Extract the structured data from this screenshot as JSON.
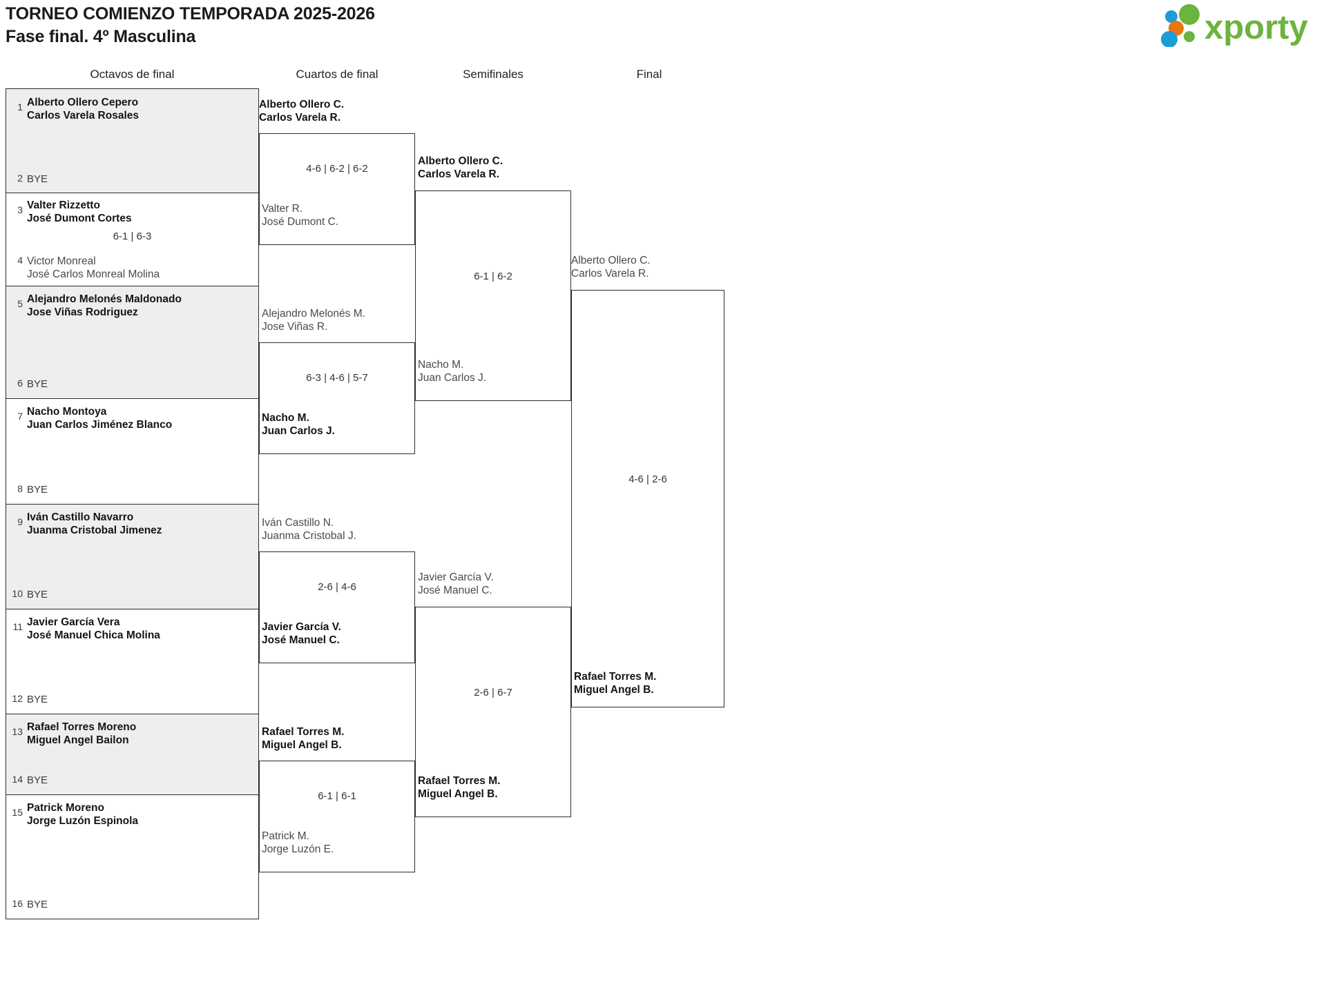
{
  "header": {
    "title_line_1": "TORNEO COMIENZO TEMPORADA 2025-2026",
    "title_line_2": "Fase final. 4º Masculina",
    "logo_text": "xporty",
    "logo_colors": {
      "green": "#6cb33f",
      "orange": "#e8760c",
      "blue": "#1b9dd9"
    }
  },
  "rounds": [
    {
      "label": "Octavos de final"
    },
    {
      "label": "Cuartos de final"
    },
    {
      "label": "Semifinales"
    },
    {
      "label": "Final"
    }
  ],
  "round1": {
    "matches": [
      {
        "shaded": true,
        "score": "",
        "top": {
          "seed": "1",
          "line1": "Alberto Ollero Cepero",
          "line2": "Carlos Varela Rosales",
          "result": "winner"
        },
        "bottom": {
          "seed": "2",
          "line1": "BYE",
          "line2": "",
          "result": "bye"
        }
      },
      {
        "shaded": false,
        "score": "6-1 | 6-3",
        "top": {
          "seed": "3",
          "line1": "Valter Rizzetto",
          "line2": "José Dumont Cortes",
          "result": "winner"
        },
        "bottom": {
          "seed": "4",
          "line1": "Victor Monreal",
          "line2": "José Carlos Monreal Molina",
          "result": "loser"
        }
      },
      {
        "shaded": true,
        "score": "",
        "top": {
          "seed": "5",
          "line1": "Alejandro Melonés Maldonado",
          "line2": "Jose Viñas Rodriguez",
          "result": "winner"
        },
        "bottom": {
          "seed": "6",
          "line1": "BYE",
          "line2": "",
          "result": "bye"
        }
      },
      {
        "shaded": false,
        "score": "",
        "top": {
          "seed": "7",
          "line1": "Nacho Montoya",
          "line2": "Juan Carlos Jiménez Blanco",
          "result": "winner"
        },
        "bottom": {
          "seed": "8",
          "line1": "BYE",
          "line2": "",
          "result": "bye"
        }
      },
      {
        "shaded": true,
        "score": "",
        "top": {
          "seed": "9",
          "line1": "Iván Castillo Navarro",
          "line2": "Juanma Cristobal Jimenez",
          "result": "winner"
        },
        "bottom": {
          "seed": "10",
          "line1": "BYE",
          "line2": "",
          "result": "bye"
        }
      },
      {
        "shaded": false,
        "score": "",
        "top": {
          "seed": "11",
          "line1": "Javier García Vera",
          "line2": "José Manuel Chica Molina",
          "result": "winner"
        },
        "bottom": {
          "seed": "12",
          "line1": "BYE",
          "line2": "",
          "result": "bye"
        }
      },
      {
        "shaded": true,
        "score": "",
        "top": {
          "seed": "13",
          "line1": "Rafael Torres Moreno",
          "line2": "Miguel Angel Bailon",
          "result": "winner"
        },
        "bottom": {
          "seed": "14",
          "line1": "BYE",
          "line2": "",
          "result": "bye"
        }
      },
      {
        "shaded": false,
        "score": "",
        "top": {
          "seed": "15",
          "line1": "Patrick Moreno",
          "line2": "Jorge Luzón Espinola",
          "result": "winner"
        },
        "bottom": {
          "seed": "16",
          "line1": "BYE",
          "line2": "",
          "result": "bye"
        }
      }
    ]
  },
  "round2": {
    "matches": [
      {
        "score": "4-6 | 6-2 | 6-2",
        "top": {
          "line1": "Alberto Ollero C.",
          "line2": "Carlos Varela R.",
          "result": "winner"
        },
        "bottom": {
          "line1": "Valter R.",
          "line2": "José Dumont C.",
          "result": "loser"
        }
      },
      {
        "score": "6-3 | 4-6 | 5-7",
        "top": {
          "line1": "Alejandro Melonés M.",
          "line2": "Jose Viñas R.",
          "result": "loser"
        },
        "bottom": {
          "line1": "Nacho M.",
          "line2": "Juan Carlos J.",
          "result": "winner"
        }
      },
      {
        "score": "2-6 | 4-6",
        "top": {
          "line1": "Iván Castillo N.",
          "line2": "Juanma Cristobal J.",
          "result": "loser"
        },
        "bottom": {
          "line1": "Javier García V.",
          "line2": "José Manuel C.",
          "result": "winner"
        }
      },
      {
        "score": "6-1 | 6-1",
        "top": {
          "line1": "Rafael Torres M.",
          "line2": "Miguel Angel B.",
          "result": "winner"
        },
        "bottom": {
          "line1": "Patrick M.",
          "line2": "Jorge Luzón E.",
          "result": "loser"
        }
      }
    ]
  },
  "round3": {
    "matches": [
      {
        "score": "6-1 | 6-2",
        "top": {
          "line1": "Alberto Ollero C.",
          "line2": "Carlos Varela R.",
          "result": "winner"
        },
        "bottom": {
          "line1": "Nacho M.",
          "line2": "Juan Carlos J.",
          "result": "loser"
        }
      },
      {
        "score": "2-6 | 6-7",
        "top": {
          "line1": "Javier García V.",
          "line2": "José Manuel C.",
          "result": "loser"
        },
        "bottom": {
          "line1": "Rafael Torres M.",
          "line2": "Miguel Angel B.",
          "result": "winner"
        }
      }
    ]
  },
  "round4": {
    "matches": [
      {
        "score": "4-6 | 2-6",
        "top": {
          "line1": "Alberto Ollero C.",
          "line2": "Carlos Varela R.",
          "result": "loser"
        },
        "bottom": {
          "line1": "Rafael Torres M.",
          "line2": "Miguel Angel B.",
          "result": "winner"
        }
      }
    ]
  }
}
